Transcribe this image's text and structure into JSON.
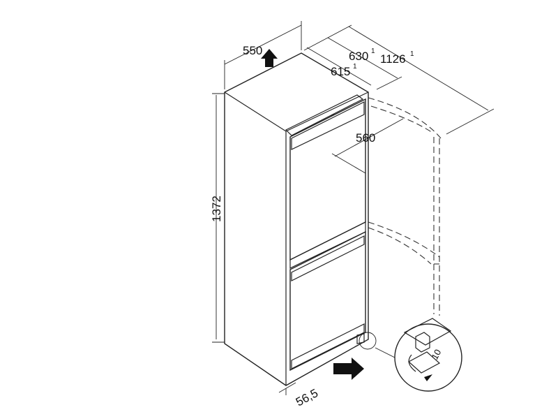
{
  "dimensions": {
    "width": "550",
    "depth_door_open": "1126",
    "depth_1": "630",
    "depth_2": "615",
    "footnote": "1",
    "inner_depth": "560",
    "height": "1372",
    "foot": "56,5",
    "foot_wrench": "10"
  }
}
